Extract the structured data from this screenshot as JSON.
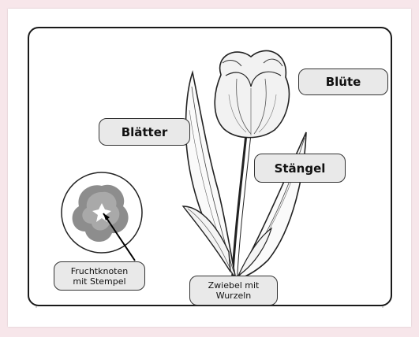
{
  "diagram": {
    "labels": {
      "bluete": "Blüte",
      "blaetter": "Blätter",
      "staengel": "Stängel",
      "fruchtknoten": "Fruchtknoten\nmit Stempel",
      "zwiebel": "Zwiebel mit\nWurzeln"
    },
    "icons": {
      "tulip": "tulip-illustration",
      "ovary": "ovary-closeup-icon",
      "arrow": "pointer-arrow"
    }
  }
}
